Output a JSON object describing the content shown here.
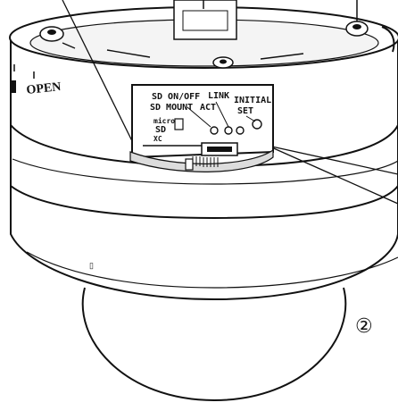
{
  "labels": {
    "open": "OPEN",
    "sd_onoff": "SD ON/OFF",
    "sd_mount": "SD MOUNT",
    "link": "LINK",
    "act": "ACT",
    "initial": "INITIAL",
    "set": "SET",
    "micro_sd": "micro",
    "sd_logo": "SD",
    "xc": "XC",
    "step_number": "②"
  },
  "colors": {
    "line": "#111111",
    "panel": "#ffffff",
    "shade": "#dcdcdc"
  }
}
